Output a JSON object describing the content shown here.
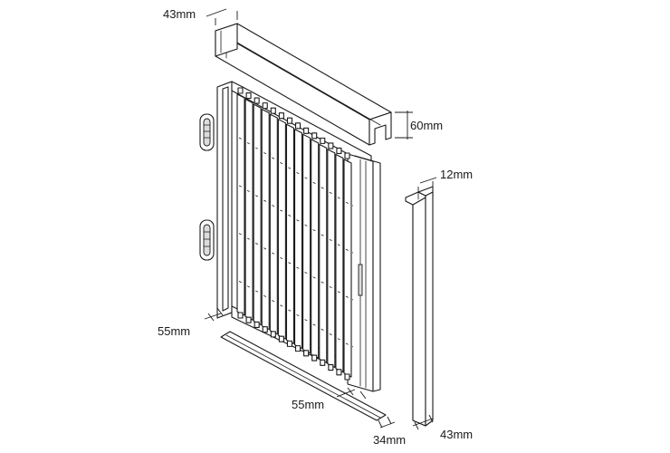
{
  "labels": {
    "top_width": "43mm",
    "top_height": "60mm",
    "side_lip": "12mm",
    "side_width": "43mm",
    "left_depth": "55mm",
    "bottom_depth": "55mm",
    "bottom_rail": "34mm"
  }
}
